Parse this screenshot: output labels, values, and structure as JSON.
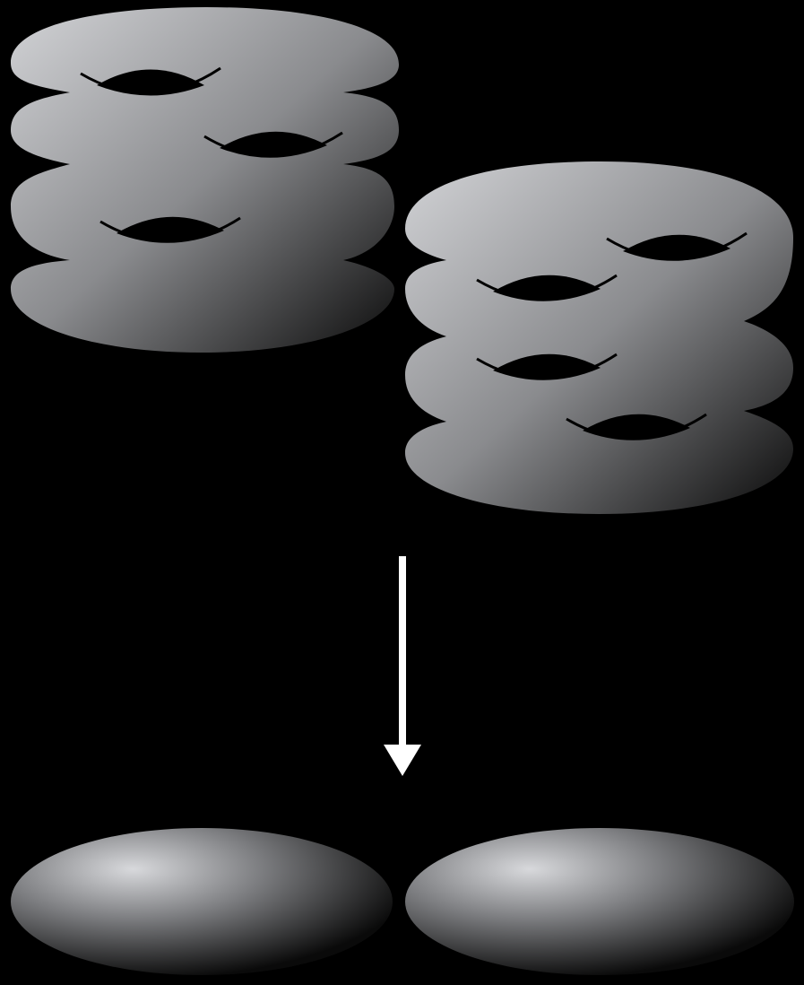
{
  "diagram": {
    "background": "#000000",
    "stack_colors": {
      "light": "#d2d3d6",
      "mid": "#8a8b8e",
      "dark": "#0a0a0a"
    },
    "hole_color": "#000000",
    "arrow_color": "#ffffff",
    "left_stack": {
      "genus": 3,
      "layers": 4
    },
    "right_stack": {
      "genus": 4,
      "layers": 4
    },
    "result_surfaces": {
      "count": 2,
      "genus": 0
    },
    "arrow": {
      "direction": "down",
      "icon": "down-arrow-icon"
    }
  }
}
